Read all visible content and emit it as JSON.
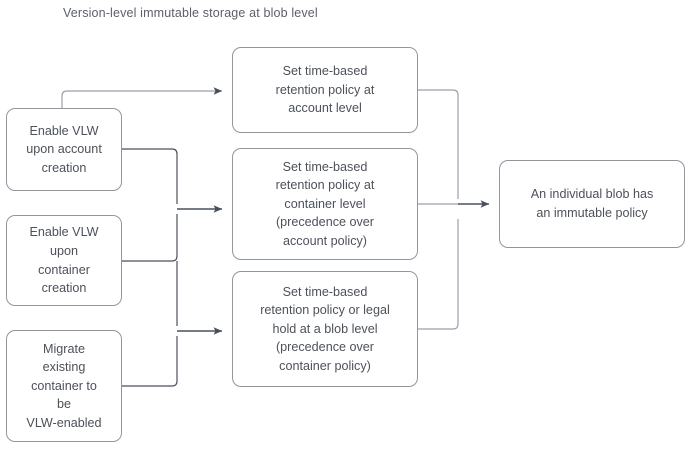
{
  "diagram": {
    "title": "Version-level immutable storage at blob level",
    "type": "flowchart",
    "colors": {
      "node_border": "#9097a1",
      "node_fill": "#ffffff",
      "text": "#4c515a",
      "title_text": "#5b6068",
      "connector_light": "#9aa1ab",
      "connector_dark": "#49505c",
      "background": "#ffffff"
    },
    "nodes": [
      {
        "id": "enable-account",
        "label": "Enable VLW\nupon account\ncreation",
        "column": "left"
      },
      {
        "id": "enable-container",
        "label": "Enable VLW\nupon\ncontainer\ncreation",
        "column": "left"
      },
      {
        "id": "migrate-container",
        "label": "Migrate\nexisting\ncontainer to\nbe\nVLW-enabled",
        "column": "left"
      },
      {
        "id": "retention-account",
        "label": "Set time-based\nretention policy at\naccount level",
        "column": "middle"
      },
      {
        "id": "retention-container",
        "label": "Set time-based\nretention policy at\ncontainer level\n(precedence over\naccount policy)",
        "column": "middle"
      },
      {
        "id": "retention-blob",
        "label": "Set time-based\nretention policy or legal\nhold at a blob level\n(precedence over\ncontainer policy)",
        "column": "middle"
      },
      {
        "id": "immutable-blob",
        "label": "An individual blob has\nan immutable policy",
        "column": "right"
      }
    ],
    "edges": [
      {
        "from": "enable-account",
        "to": "retention-account",
        "style": "light"
      },
      {
        "from": "enable-account",
        "to": "retention-container",
        "style": "dark"
      },
      {
        "from": "enable-container",
        "to": "retention-container",
        "style": "dark"
      },
      {
        "from": "enable-container",
        "to": "retention-blob",
        "style": "dark"
      },
      {
        "from": "migrate-container",
        "to": "retention-blob",
        "style": "dark"
      },
      {
        "from": "retention-account",
        "to": "immutable-blob",
        "style": "light"
      },
      {
        "from": "retention-container",
        "to": "immutable-blob",
        "style": "dark"
      },
      {
        "from": "retention-blob",
        "to": "immutable-blob",
        "style": "light"
      }
    ]
  }
}
